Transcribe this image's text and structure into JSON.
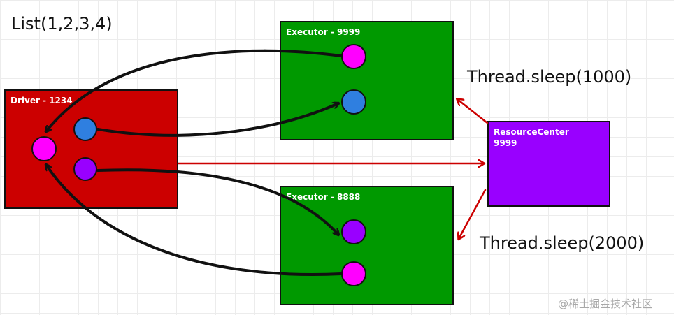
{
  "title_text": "List(1,2,3,4)",
  "sleep_top": "Thread.sleep(1000)",
  "sleep_bottom": "Thread.sleep(2000)",
  "watermark": "@稀土掘金技术社区",
  "colors": {
    "driver": "#cc0000",
    "executor": "#009900",
    "resource": "#9900ff",
    "magenta": "#ff00ff",
    "blue": "#2f7fe0",
    "purple": "#9900ff",
    "arrow_black": "#111111",
    "arrow_red": "#cc0000"
  },
  "driver": {
    "label": "Driver - 1234"
  },
  "executor_top": {
    "label": "Executor - 9999"
  },
  "executor_bottom": {
    "label": "Executor - 8888"
  },
  "resource_center": {
    "label": "ResourceCenter\n9999"
  }
}
